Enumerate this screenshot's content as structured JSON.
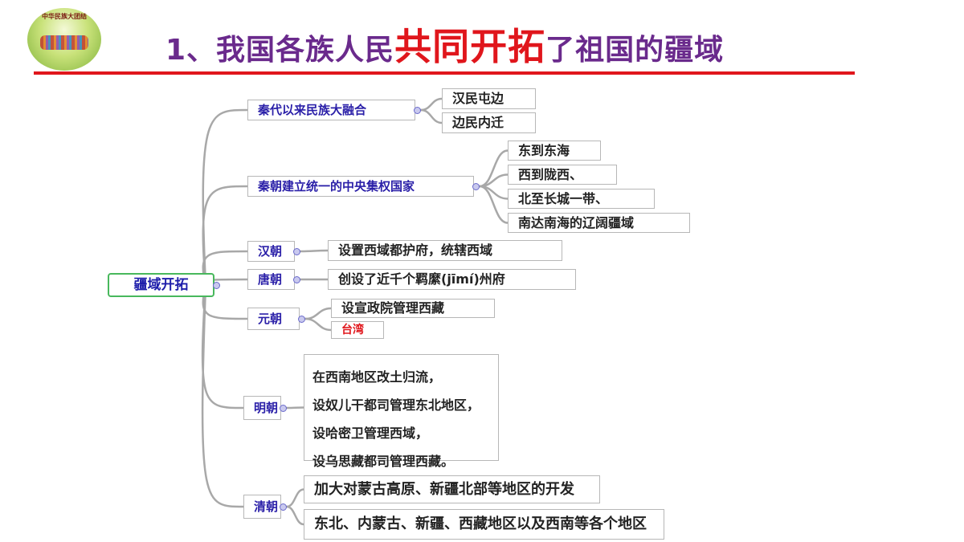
{
  "logo": {
    "text": "中华民族大团结"
  },
  "title": {
    "prefix": "1、我国各族人民",
    "highlight": "共同开拓",
    "suffix": "了祖国的疆域"
  },
  "root": "疆域开拓",
  "branches": [
    {
      "label": "秦代以来民族大融合",
      "children": [
        "汉民屯边",
        "边民内迁"
      ]
    },
    {
      "label": "秦朝建立统一的中央集权国家",
      "children": [
        "东到东海",
        "西到陇西、",
        "北至长城一带、",
        "南达南海的辽阔疆域"
      ]
    },
    {
      "label": "汉朝",
      "children": [
        "设置西域都护府，统辖西域"
      ]
    },
    {
      "label": "唐朝",
      "children": [
        "创设了近千个羁縻(jīmí)州府"
      ]
    },
    {
      "label": "元朝",
      "children": [
        "设宣政院管理西藏",
        "台湾"
      ]
    },
    {
      "label": "明朝",
      "children": [
        [
          "在西南地区改土归流，",
          "设奴儿干都司管理东北地区，",
          "设哈密卫管理西域，",
          "设乌思藏都司管理西藏。"
        ]
      ]
    },
    {
      "label": "清朝",
      "children": [
        "加大对蒙古高原、新疆北部等地区的开发",
        "东北、内蒙古、新疆、西藏地区以及西南等各个地区"
      ]
    }
  ],
  "colors": {
    "title": "#6a2a8c",
    "highlight": "#e0161c",
    "branch_text": "#2a1fa8",
    "root_border": "#48b85c",
    "connector": "#a8a8a8"
  }
}
